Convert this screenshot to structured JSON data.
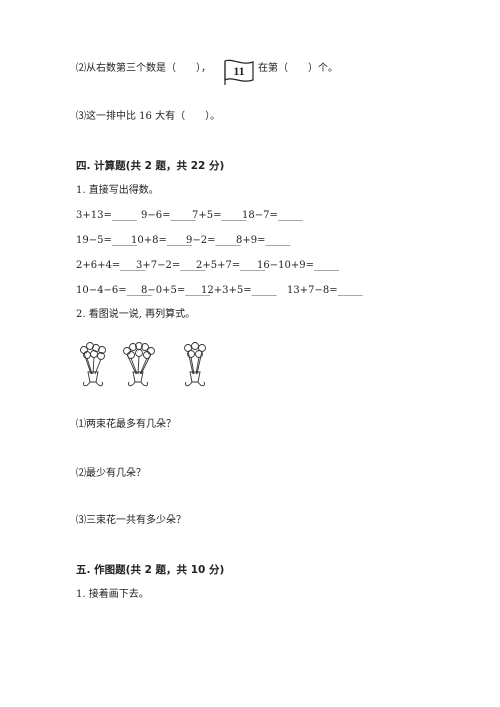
{
  "q2_part2": {
    "text_before": "⑵从右数第三个数是（　　），",
    "flag_number": "11",
    "text_after": "在第（　　）个。"
  },
  "q2_part3": {
    "text": "⑶这一排中比 16 大有（　　）。"
  },
  "section4": {
    "title": "四. 计算题(共 2 题，共 22 分)",
    "q1_title": "1. 直接写出得数。",
    "rows": [
      [
        "3+13=_____",
        "9−6=_____",
        "7+5=_____",
        "18−7=_____"
      ],
      [
        "19−5=_____",
        "10+8=_____",
        "9−2=_____",
        "8+9=_____"
      ],
      [
        "2+6+4=_____",
        "3+7−2=_____",
        "2+5+7=_____",
        "16−10+9=_____"
      ],
      [
        "10−4−6=_____",
        "8−0+5=_____",
        "12+3+5=_____",
        "13+7−8=_____"
      ]
    ],
    "q2_title": "2. 看图说一说, 再列算式。",
    "sub1": "⑴两束花最多有几朵？",
    "sub2": "⑵最少有几朵？",
    "sub3": "⑶三束花一共有多少朵？"
  },
  "section5": {
    "title": "五. 作图题(共 2 题，共 10 分)",
    "q1_title": "1. 接着画下去。"
  }
}
